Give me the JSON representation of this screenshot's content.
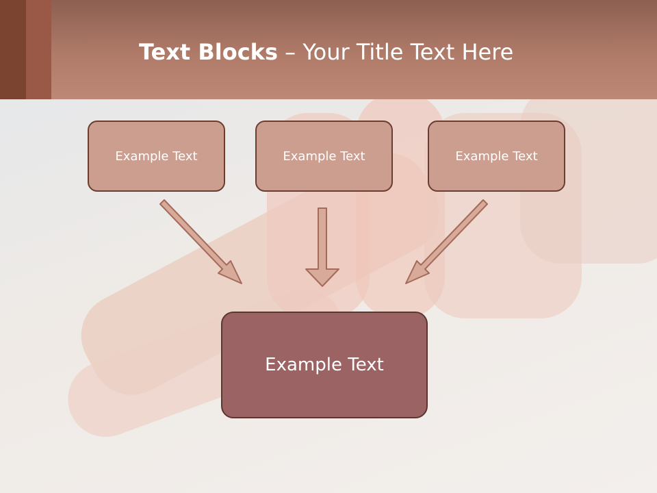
{
  "title": {
    "bold": "Text Blocks",
    "dash": " – ",
    "rest": "Your Title Text Here"
  },
  "boxes": {
    "top_left": "Example Text",
    "top_center": "Example Text",
    "top_right": "Example Text",
    "bottom": "Example Text"
  },
  "colors": {
    "header": "#b07b69",
    "box_fill": "#cc9e8f",
    "box_border": "#6a3d30",
    "big_box_fill": "#9b6363",
    "arrow_fill": "#d7aa9a",
    "arrow_stroke": "#a46a5a"
  }
}
